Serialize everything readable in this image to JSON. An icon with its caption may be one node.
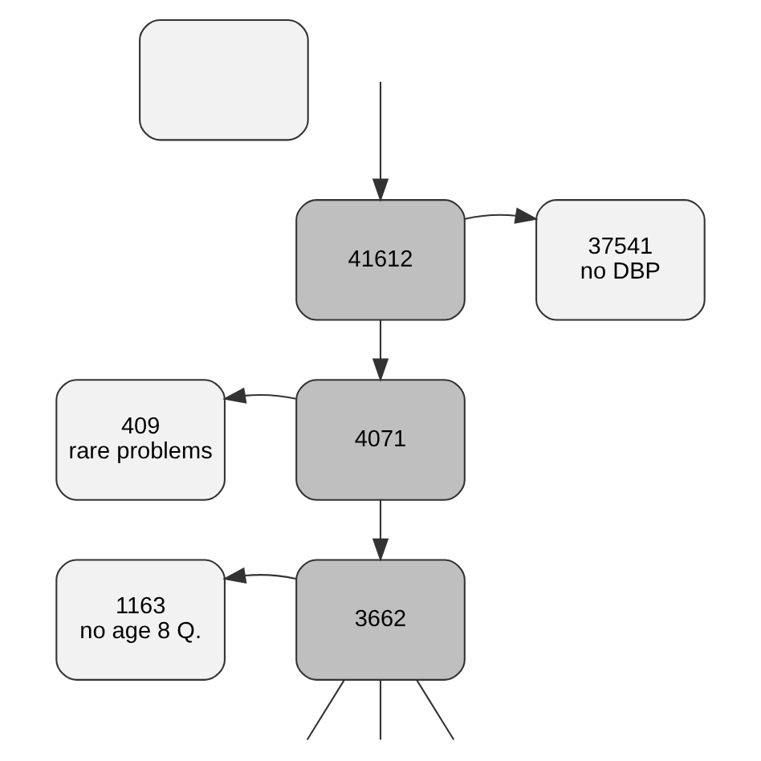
{
  "diagram": {
    "nodes": [
      {
        "text": [],
        "shape": "box"
      },
      {
        "text": [
          "41612"
        ]
      },
      {
        "text": [
          "37541",
          "no DBP"
        ]
      },
      {
        "text": [
          "4071"
        ]
      },
      {
        "text": [
          "409",
          "rare problems"
        ]
      },
      {
        "text": [
          "3662"
        ]
      },
      {
        "text": [
          "1163",
          "no age 8 Q."
        ]
      }
    ],
    "edges": [
      {
        "from": null,
        "to": 1,
        "arrow": "to"
      },
      {
        "from": 1,
        "to": 2,
        "arrow": "to"
      },
      {
        "from": 1,
        "to": 3,
        "arrow": "to"
      },
      {
        "from": 3,
        "to": 4,
        "arrow": "to"
      },
      {
        "from": 3,
        "to": 5,
        "arrow": "to"
      },
      {
        "from": 5,
        "to": 6,
        "arrow": "to"
      },
      {
        "from": 5,
        "to": null,
        "arrow": "none"
      },
      {
        "from": 5,
        "to": null,
        "arrow": "none"
      },
      {
        "from": 5,
        "to": null,
        "arrow": "none"
      }
    ]
  }
}
